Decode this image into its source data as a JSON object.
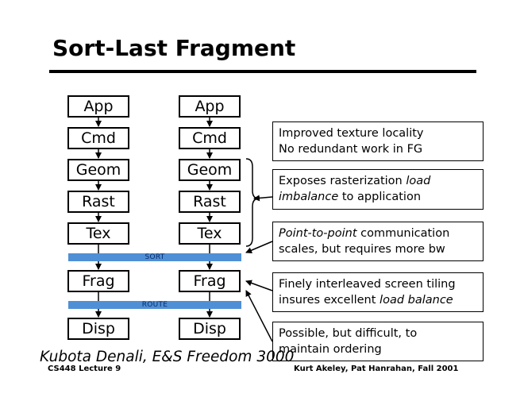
{
  "slide": {
    "title": "Sort-Last Fragment"
  },
  "pipeline": {
    "columns": [
      {
        "stages": [
          "App",
          "Cmd",
          "Geom",
          "Rast",
          "Tex",
          "Frag",
          "Disp"
        ]
      },
      {
        "stages": [
          "App",
          "Cmd",
          "Geom",
          "Rast",
          "Tex",
          "Frag",
          "Disp"
        ]
      }
    ],
    "bars": {
      "sort": "SORT",
      "route": "ROUTE"
    }
  },
  "notes": [
    {
      "parts": [
        {
          "t": "Improved texture locality",
          "i": false
        }
      ],
      "parts2": [
        {
          "t": "No redundant work in FG",
          "i": false
        }
      ]
    },
    {
      "parts": [
        {
          "t": "Exposes rasterization ",
          "i": false
        },
        {
          "t": "load",
          "i": true
        }
      ],
      "parts2": [
        {
          "t": "imbalance",
          "i": true
        },
        {
          "t": " to application",
          "i": false
        }
      ]
    },
    {
      "parts": [
        {
          "t": "Point-to-point",
          "i": true
        },
        {
          "t": " communication",
          "i": false
        }
      ],
      "parts2": [
        {
          "t": "scales, but requires more bw",
          "i": false
        }
      ]
    },
    {
      "parts": [
        {
          "t": "Finely interleaved screen tiling",
          "i": false
        }
      ],
      "parts2": [
        {
          "t": "insures excellent ",
          "i": false
        },
        {
          "t": "load balance",
          "i": true
        }
      ]
    },
    {
      "parts": [
        {
          "t": "Possible, but difficult, to",
          "i": false
        }
      ],
      "parts2": [
        {
          "t": "maintain ordering",
          "i": false
        }
      ]
    }
  ],
  "caption": "Kubota Denali, E&S Freedom 3000",
  "footer": {
    "left": "CS448 Lecture 9",
    "right": "Kurt Akeley, Pat Hanrahan, Fall 2001"
  }
}
